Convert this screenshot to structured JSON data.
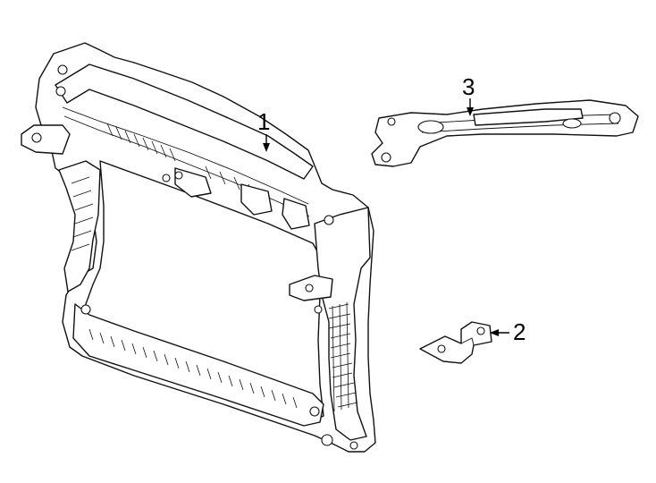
{
  "diagram": {
    "callouts": [
      {
        "id": "c1",
        "label": "1"
      },
      {
        "id": "c2",
        "label": "2"
      },
      {
        "id": "c3",
        "label": "3"
      }
    ]
  }
}
